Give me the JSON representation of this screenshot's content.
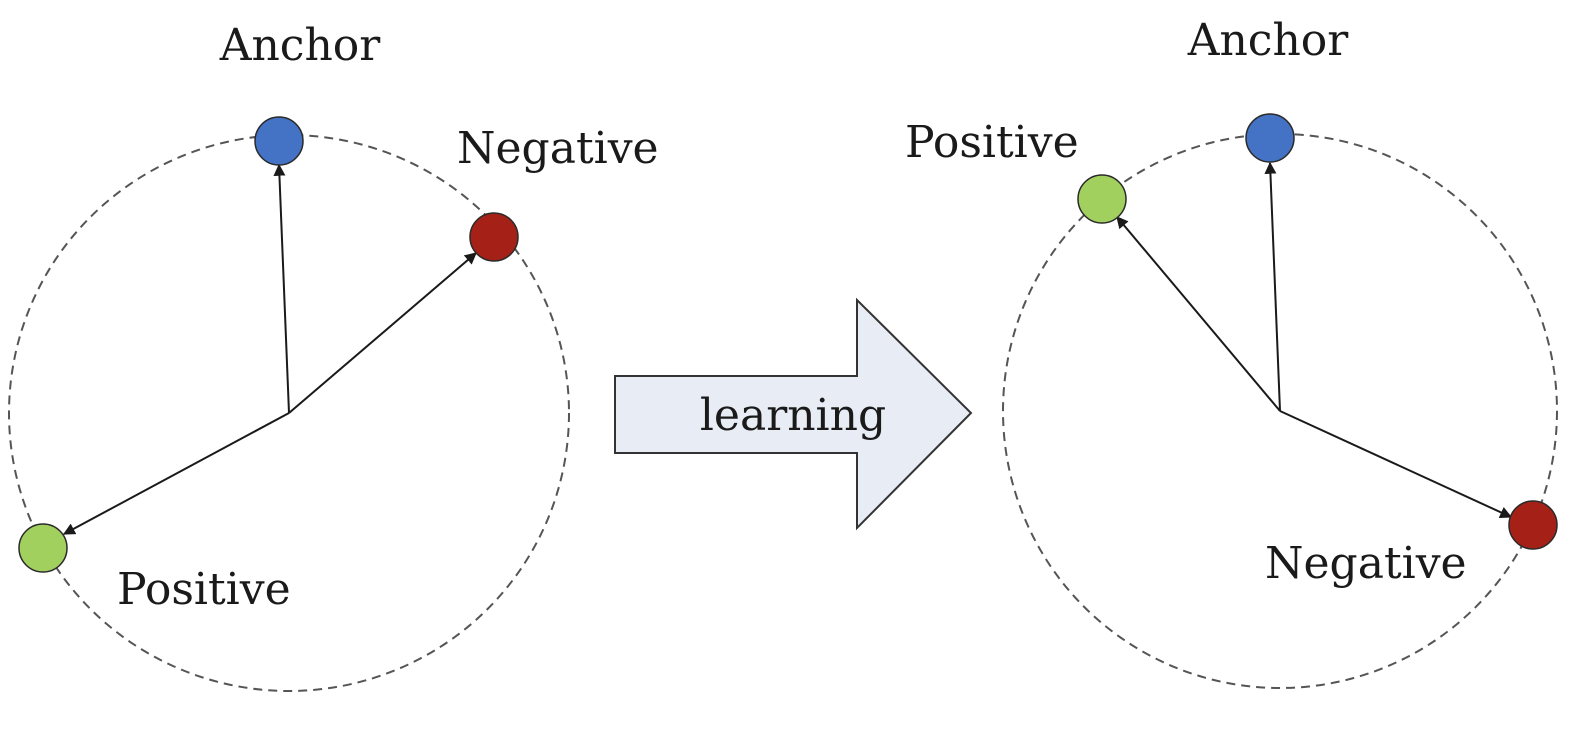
{
  "colors": {
    "anchor": "#4472c4",
    "positive": "#a2d05e",
    "negative": "#a52117",
    "arrow_fill": "#e8edf5"
  },
  "before": {
    "anchor_label": "Anchor",
    "positive_label": "Positive",
    "negative_label": "Negative"
  },
  "transition": {
    "label": "learning"
  },
  "after": {
    "anchor_label": "Anchor",
    "positive_label": "Positive",
    "negative_label": "Negative"
  }
}
